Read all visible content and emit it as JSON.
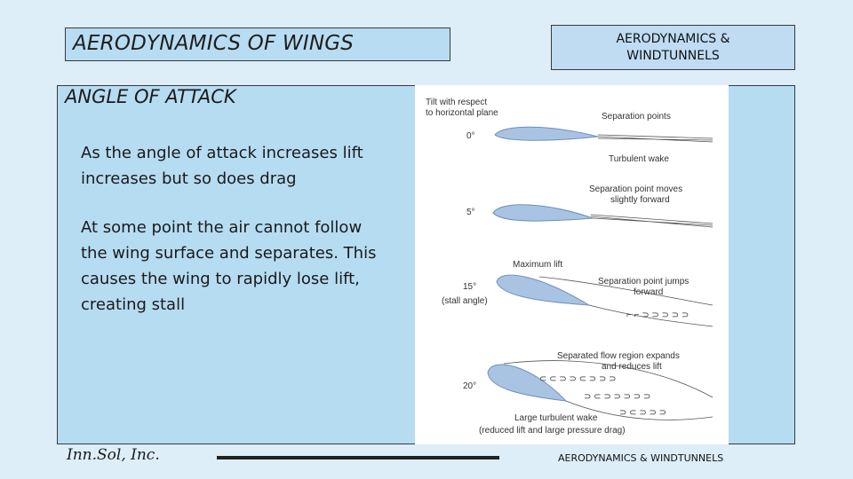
{
  "slide": {
    "title": "AERODYNAMICS OF WINGS",
    "header": "AERODYNAMICS & WINDTUNNELS",
    "section_title": "ANGLE OF ATTACK",
    "paragraphs": [
      "As the angle of attack increases lift increases but so does drag",
      "At some point the air cannot follow the wing surface and separates.  This causes the wing to rapidly lose lift, creating stall"
    ]
  },
  "figure": {
    "heading": [
      "Tilt with respect",
      "to horizontal plane"
    ],
    "angles": [
      "0°",
      "5°",
      "15°",
      "(stall angle)",
      "20°"
    ],
    "labels": {
      "separation_points": "Separation points",
      "turbulent_wake": "Turbulent wake",
      "moves_forward": [
        "Separation point moves",
        "slightly forward"
      ],
      "maximum_lift": "Maximum lift",
      "jumps_forward": [
        "Separation point jumps",
        "forward"
      ],
      "region_expands": [
        "Separated flow region expands",
        "and reduces lift"
      ],
      "large_wake": [
        "Large turbulent wake",
        "(reduced lift and large pressure drag)"
      ]
    }
  },
  "footer": {
    "left": "Inn.Sol, Inc.",
    "right": "AERODYNAMICS & WINDTUNNELS"
  },
  "colors": {
    "background": "#ddeef9",
    "panel": "#b6dcf2",
    "airfoil": "#a9c3e3"
  }
}
